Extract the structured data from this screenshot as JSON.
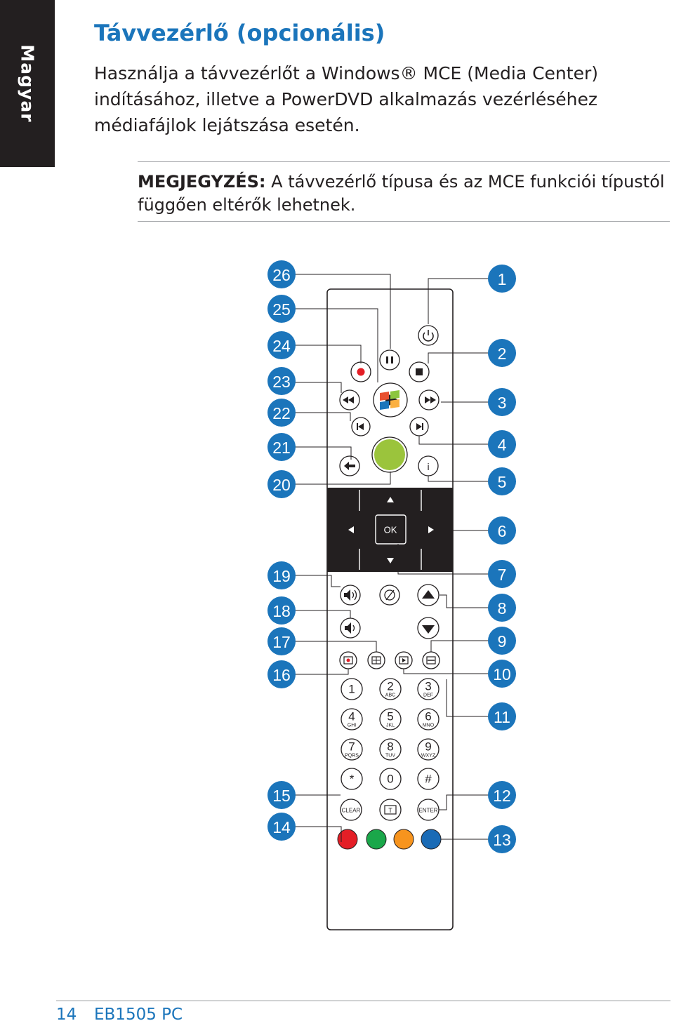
{
  "side_tab": {
    "label": "Magyar"
  },
  "title": "Távvezérlő (opcionális)",
  "intro": "Használja a távvezérlőt a Windows® MCE (Media Center) indításához, illetve a PowerDVD alkalmazás vezérléséhez médiafájlok lejátszása esetén.",
  "note": {
    "label": "MEGJEGYZÉS:",
    "text": " A távvezérlő típusa és az MCE funkciói típustól függően eltérők lehetnek."
  },
  "callouts": {
    "left": [
      "26",
      "25",
      "24",
      "23",
      "22",
      "21",
      "20",
      "19",
      "18",
      "17",
      "16",
      "15",
      "14"
    ],
    "right": [
      "1",
      "2",
      "3",
      "4",
      "5",
      "6",
      "7",
      "8",
      "9",
      "10",
      "11",
      "12",
      "13"
    ]
  },
  "remote": {
    "ok_label": "OK",
    "keypad": [
      {
        "digit": "1",
        "letters": ""
      },
      {
        "digit": "2",
        "letters": "ABC"
      },
      {
        "digit": "3",
        "letters": "DEF"
      },
      {
        "digit": "4",
        "letters": "GHI"
      },
      {
        "digit": "5",
        "letters": "JKL"
      },
      {
        "digit": "6",
        "letters": "MNO"
      },
      {
        "digit": "7",
        "letters": "PQRS"
      },
      {
        "digit": "8",
        "letters": "TUV"
      },
      {
        "digit": "9",
        "letters": "WXYZ"
      },
      {
        "digit": "*",
        "letters": ""
      },
      {
        "digit": "0",
        "letters": ""
      },
      {
        "digit": "#",
        "letters": ""
      }
    ],
    "clear_label": "CLEAR",
    "enter_label": "ENTER",
    "info_label": "i",
    "text_label": "T",
    "colors": {
      "callout": "#1b75bb",
      "red": "#e41e26",
      "green": "#1aa74a",
      "orange": "#f7941e",
      "blue": "#1a6bb6"
    }
  },
  "footer": {
    "page": "14",
    "model": "EB1505 PC"
  }
}
